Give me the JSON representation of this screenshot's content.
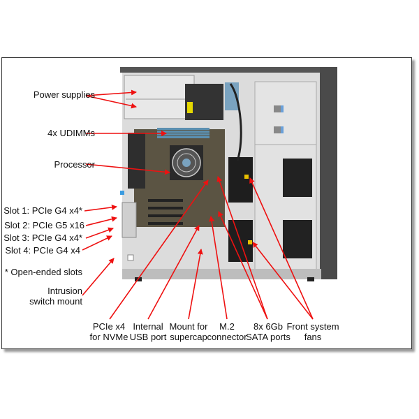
{
  "labels": {
    "power_supplies": "Power supplies",
    "udimms": "4x UDIMMs",
    "processor": "Processor",
    "slot1": "Slot 1: PCIe G4 x4*",
    "slot2": "Slot 2: PCIe G5 x16",
    "slot3": "Slot 3: PCIe G4 x4*",
    "slot4": "Slot 4: PCIe G4 x4",
    "open_ended": "* Open-ended slots",
    "intrusion_1": "Intrusion",
    "intrusion_2": "switch mount",
    "pcie_nvme_1": "PCIe x4",
    "pcie_nvme_2": "for NVMe",
    "usb_1": "Internal",
    "usb_2": "USB port",
    "supercap_1": "Mount for",
    "supercap_2": "supercap",
    "m2_1": "M.2",
    "m2_2": "connector",
    "sata_1": "8x 6Gb",
    "sata_2": "SATA ports",
    "fans_1": "Front system",
    "fans_2": "fans"
  },
  "colors": {
    "arrow": "#ee1111",
    "chassis": "#d9d9d9",
    "panel": "#3a3a3a",
    "board": "#5b5443",
    "dimm": "#5b8fb0"
  }
}
